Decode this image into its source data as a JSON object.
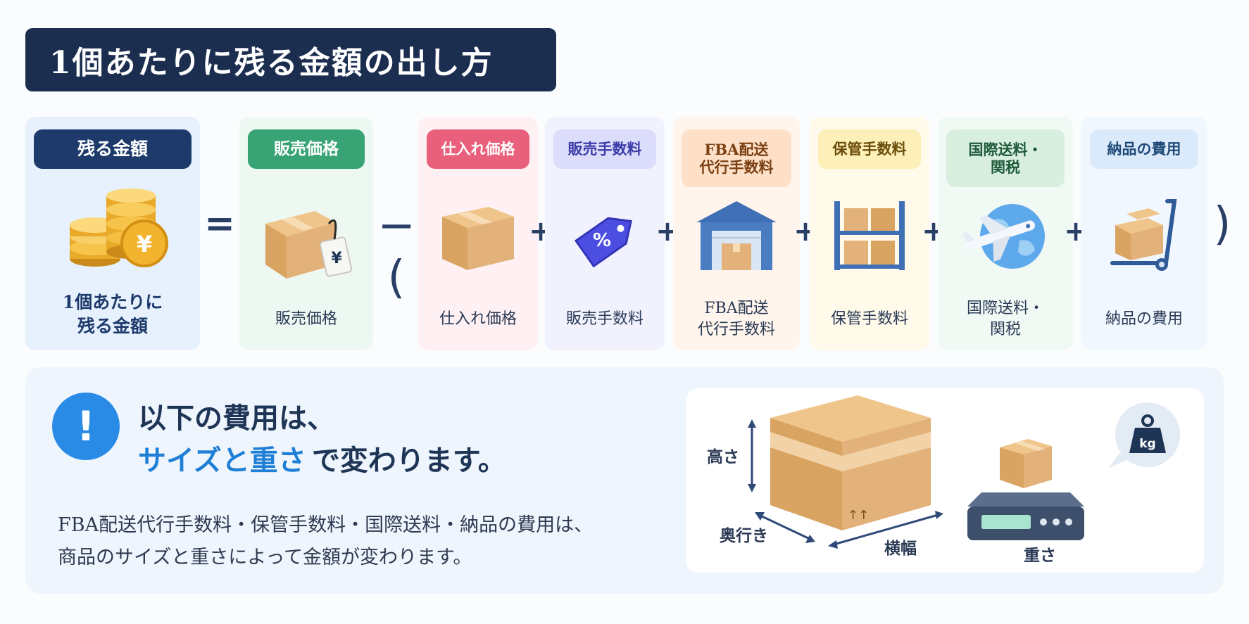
{
  "title": "1個あたりに残る金額の出し方",
  "formula": {
    "equals": "=",
    "minus_open": "−(",
    "close": ")",
    "plus": "+",
    "result": {
      "pill": "残る金額",
      "label_lines": [
        "1個あたりに",
        "残る金額"
      ]
    },
    "sale_price": {
      "pill": "販売価格",
      "label": "販売価格"
    },
    "costs": [
      {
        "pill_lines": [
          "仕入れ価格"
        ],
        "label_lines": [
          "仕入れ価格"
        ],
        "color": "#e8607b",
        "bg": "#fff1f3",
        "text": "#ffffff"
      },
      {
        "pill_lines": [
          "販売手数料"
        ],
        "label_lines": [
          "販売手数料"
        ],
        "color": "#dcdcfb",
        "bg": "#f2f2ff",
        "text": "#3a3aa8"
      },
      {
        "pill_lines": [
          "FBA配送",
          "代行手数料"
        ],
        "label_lines": [
          "FBA配送",
          "代行手数料"
        ],
        "color": "#fde0c7",
        "bg": "#fff5ec",
        "text": "#7a3f12"
      },
      {
        "pill_lines": [
          "保管手数料"
        ],
        "label_lines": [
          "保管手数料"
        ],
        "color": "#fdefb8",
        "bg": "#fffaea",
        "text": "#6b4d0a"
      },
      {
        "pill_lines": [
          "国際送料・",
          "関税"
        ],
        "label_lines": [
          "国際送料・",
          "関税"
        ],
        "color": "#d8efe0",
        "bg": "#f1f9f4",
        "text": "#1f5a3a"
      },
      {
        "pill_lines": [
          "納品の費用"
        ],
        "label_lines": [
          "納品の費用"
        ],
        "color": "#dbeafb",
        "bg": "#f1f7fe",
        "text": "#1f4a78"
      }
    ]
  },
  "notice": {
    "icon": "exclamation-icon",
    "exclamation": "!",
    "heading_line1": "以下の費用は、",
    "heading_highlight": "サイズと重さ",
    "heading_rest": "で変わります。",
    "body_line1": "FBA配送代行手数料・保管手数料・国際送料・納品の費用は、",
    "body_line2": "商品のサイズと重さによって金額が変わります。"
  },
  "illustration": {
    "height_label": "高さ",
    "depth_label": "奥行き",
    "width_label": "横幅",
    "weight_label": "重さ",
    "kg_badge": "kg",
    "yen_sign": "¥",
    "percent_sign": "%"
  },
  "colors": {
    "navy": "#1c2e4f",
    "accent_blue": "#2a8be6",
    "cardboard": "#e3b27a"
  }
}
